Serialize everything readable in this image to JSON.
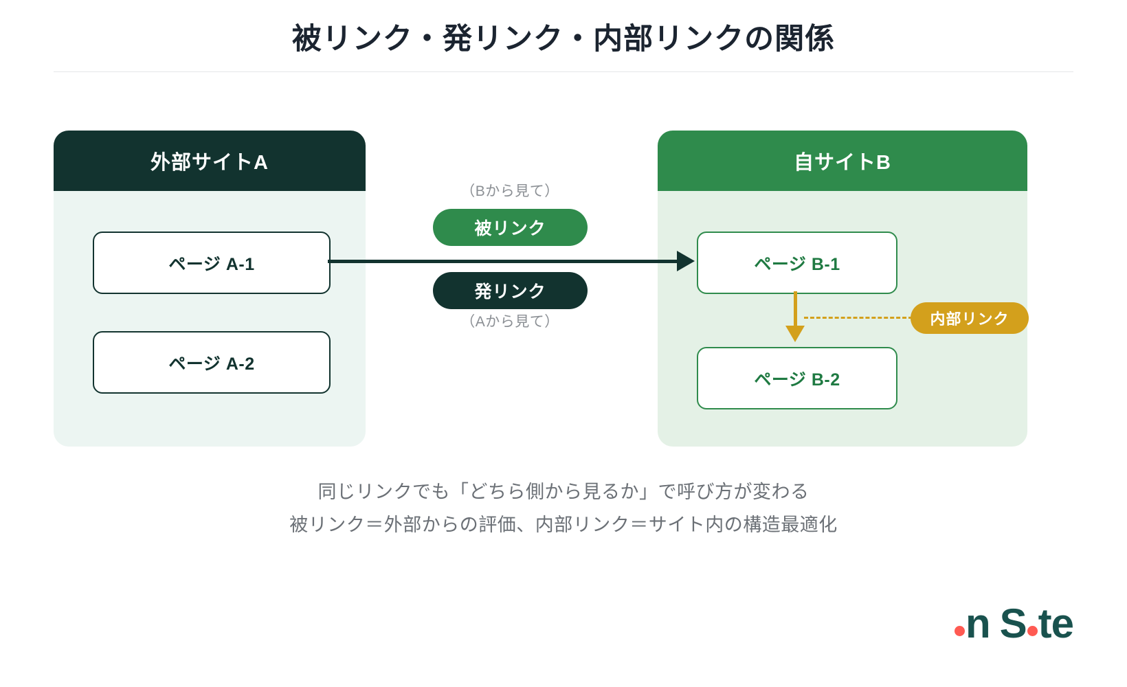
{
  "title": "被リンク・発リンク・内部リンクの関係",
  "panels": [
    {
      "id": "a",
      "header": "外部サイトA",
      "header_color": "#12332f",
      "body_color": "#ecf5f2",
      "cards": [
        {
          "label": "ページ A-1"
        },
        {
          "label": "ページ A-2"
        }
      ]
    },
    {
      "id": "b",
      "header": "自サイトB",
      "header_color": "#2f8b4c",
      "body_color": "#e4f1e6",
      "cards": [
        {
          "label": "ページ B-1"
        },
        {
          "label": "ページ B-2"
        }
      ]
    }
  ],
  "center": {
    "note_top": "（Bから見て）",
    "pill_backlink": "被リンク",
    "pill_outlink": "発リンク",
    "note_bottom": "（Aから見て）",
    "backlink_color": "#2f8b4c",
    "outlink_color": "#12332f"
  },
  "internal": {
    "pill_label": "内部リンク",
    "accent_color": "#d3a01c"
  },
  "caption": {
    "line1": "同じリンクでも「どちら側から見るか」で呼び方が変わる",
    "line2": "被リンク＝外部からの評価、内部リンク＝サイト内の構造最適化"
  },
  "logo": {
    "text_in": "in",
    "text_site": "Site",
    "brand_color": "#19524e",
    "dot_color": "#ff5a52"
  }
}
